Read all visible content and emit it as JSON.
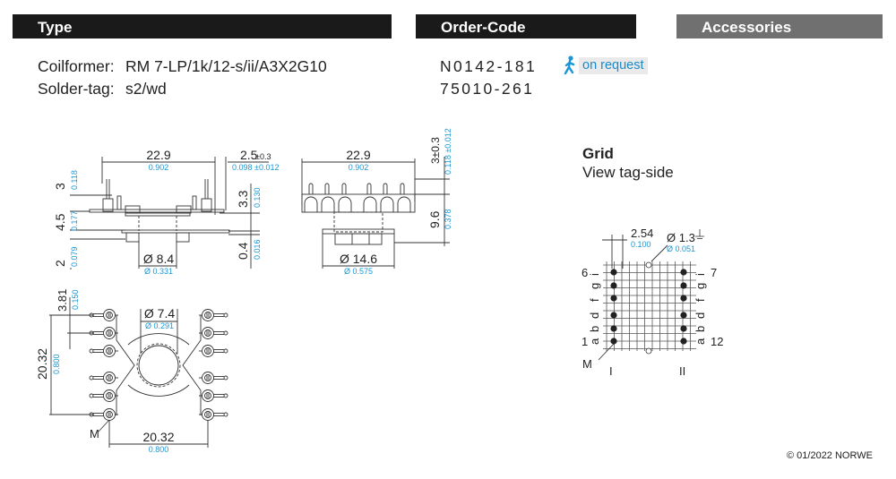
{
  "headers": {
    "type": "Type",
    "order_code": "Order-Code",
    "accessories": "Accessories"
  },
  "type_info": {
    "coilformer_label": "Coilformer:",
    "coilformer_value": "RM 7-LP/1k/12-s/ii/A3X2G10",
    "soldertag_label": "Solder-tag:",
    "soldertag_value": "s2/wd"
  },
  "order": {
    "coilformer_code": "N0142-181",
    "soldertag_code": "75010-261",
    "availability_label": "on request",
    "availability_icon": "running-person-icon"
  },
  "side_view": {
    "width_mm": "22.9",
    "width_in": "0.902",
    "offset_mm": "2.5",
    "offset_tol_mm": "±0.3",
    "offset_in": "0.098 ±0.012",
    "pin_mm": "3",
    "pin_in": "0.118",
    "body_mm": "4.5",
    "body_in": "0.177",
    "base_mm": "2",
    "base_in": "0.079",
    "flange_mm": "3.3",
    "flange_in": "0.130",
    "plate_mm": "0.4",
    "plate_in": "0.016",
    "core_dia_mm": "Ø 8.4",
    "core_dia_in": "Ø 0.331"
  },
  "front_view": {
    "width_mm": "22.9",
    "width_in": "0.902",
    "pin_mm": "3±0.3",
    "pin_in": "0.118 ±0.012",
    "height_mm": "9.6",
    "height_in": "0.378",
    "base_dia_mm": "Ø 14.6",
    "base_dia_in": "Ø 0.575"
  },
  "top_view": {
    "pitch_mm": "3.81",
    "pitch_in": "0.150",
    "row_mm": "20.32",
    "row_in": "0.800",
    "hole_dia_mm": "Ø 7.4",
    "hole_dia_in": "Ø 0.291",
    "span_mm": "20.32",
    "span_in": "0.800",
    "marker": "M"
  },
  "grid": {
    "title": "Grid",
    "subtitle": "View tag-side",
    "pitch_mm": "2.54",
    "pitch_in": "0.100",
    "hole_mm": "Ø 1.3",
    "hole_in": "Ø 0.051",
    "pin_start_left": "6",
    "pin_end_left": "1",
    "pin_start_right": "7",
    "pin_end_right": "12",
    "left_letters": [
      "i",
      "g",
      "f",
      "d",
      "b",
      "a"
    ],
    "right_letters": [
      "i",
      "g",
      "f",
      "d",
      "b",
      "a"
    ],
    "marker": "M",
    "row_label_left": "I",
    "row_label_right": "II"
  },
  "footer": {
    "copyright": "© 01/2022 NORWE"
  },
  "colors": {
    "header_dark": "#1a1a1a",
    "header_grey": "#707070",
    "inch_blue": "#1a96d4",
    "badge_text": "#1a8ac8"
  }
}
